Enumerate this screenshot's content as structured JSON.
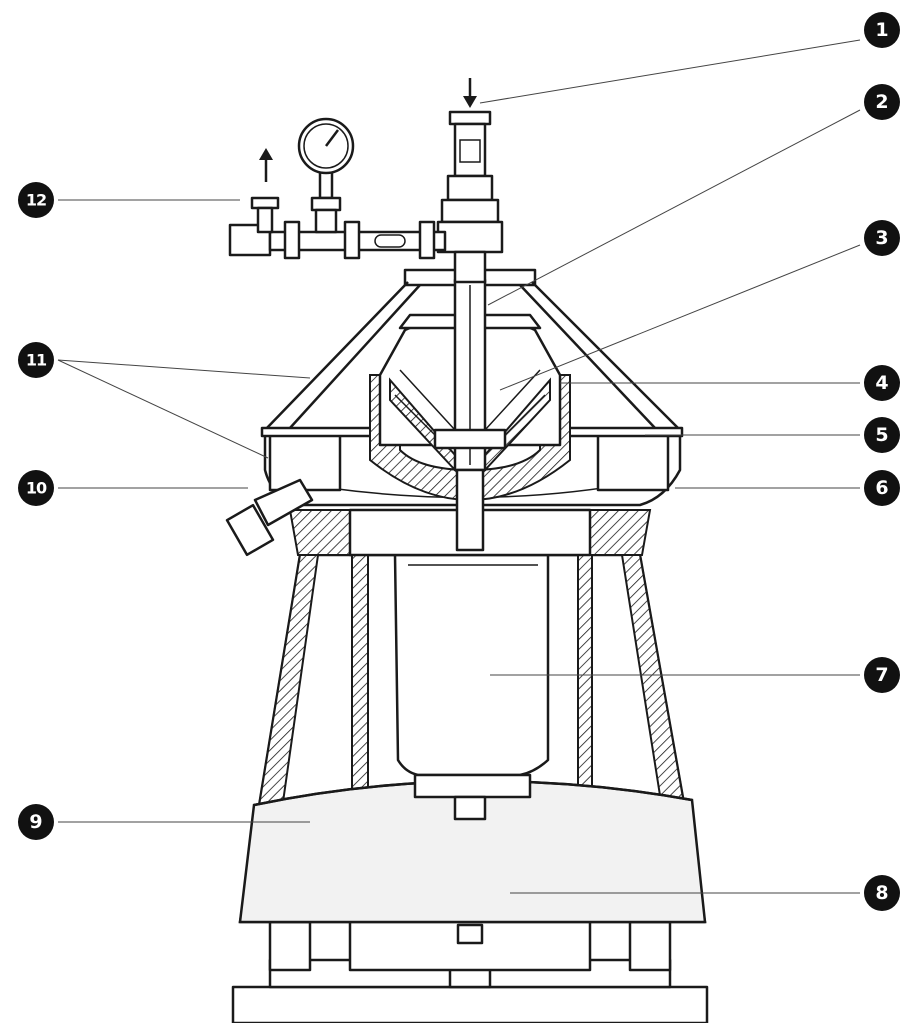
{
  "callouts": [
    {
      "id": "1",
      "label": "1"
    },
    {
      "id": "2",
      "label": "2"
    },
    {
      "id": "3",
      "label": "3"
    },
    {
      "id": "4",
      "label": "4"
    },
    {
      "id": "5",
      "label": "5"
    },
    {
      "id": "6",
      "label": "6"
    },
    {
      "id": "7",
      "label": "7"
    },
    {
      "id": "8",
      "label": "8"
    },
    {
      "id": "9",
      "label": "9"
    },
    {
      "id": "10",
      "label": "10"
    },
    {
      "id": "11",
      "label": "11"
    },
    {
      "id": "12",
      "label": "12"
    }
  ],
  "arrows": [
    "inlet-down-arrow",
    "outlet-up-arrow"
  ]
}
